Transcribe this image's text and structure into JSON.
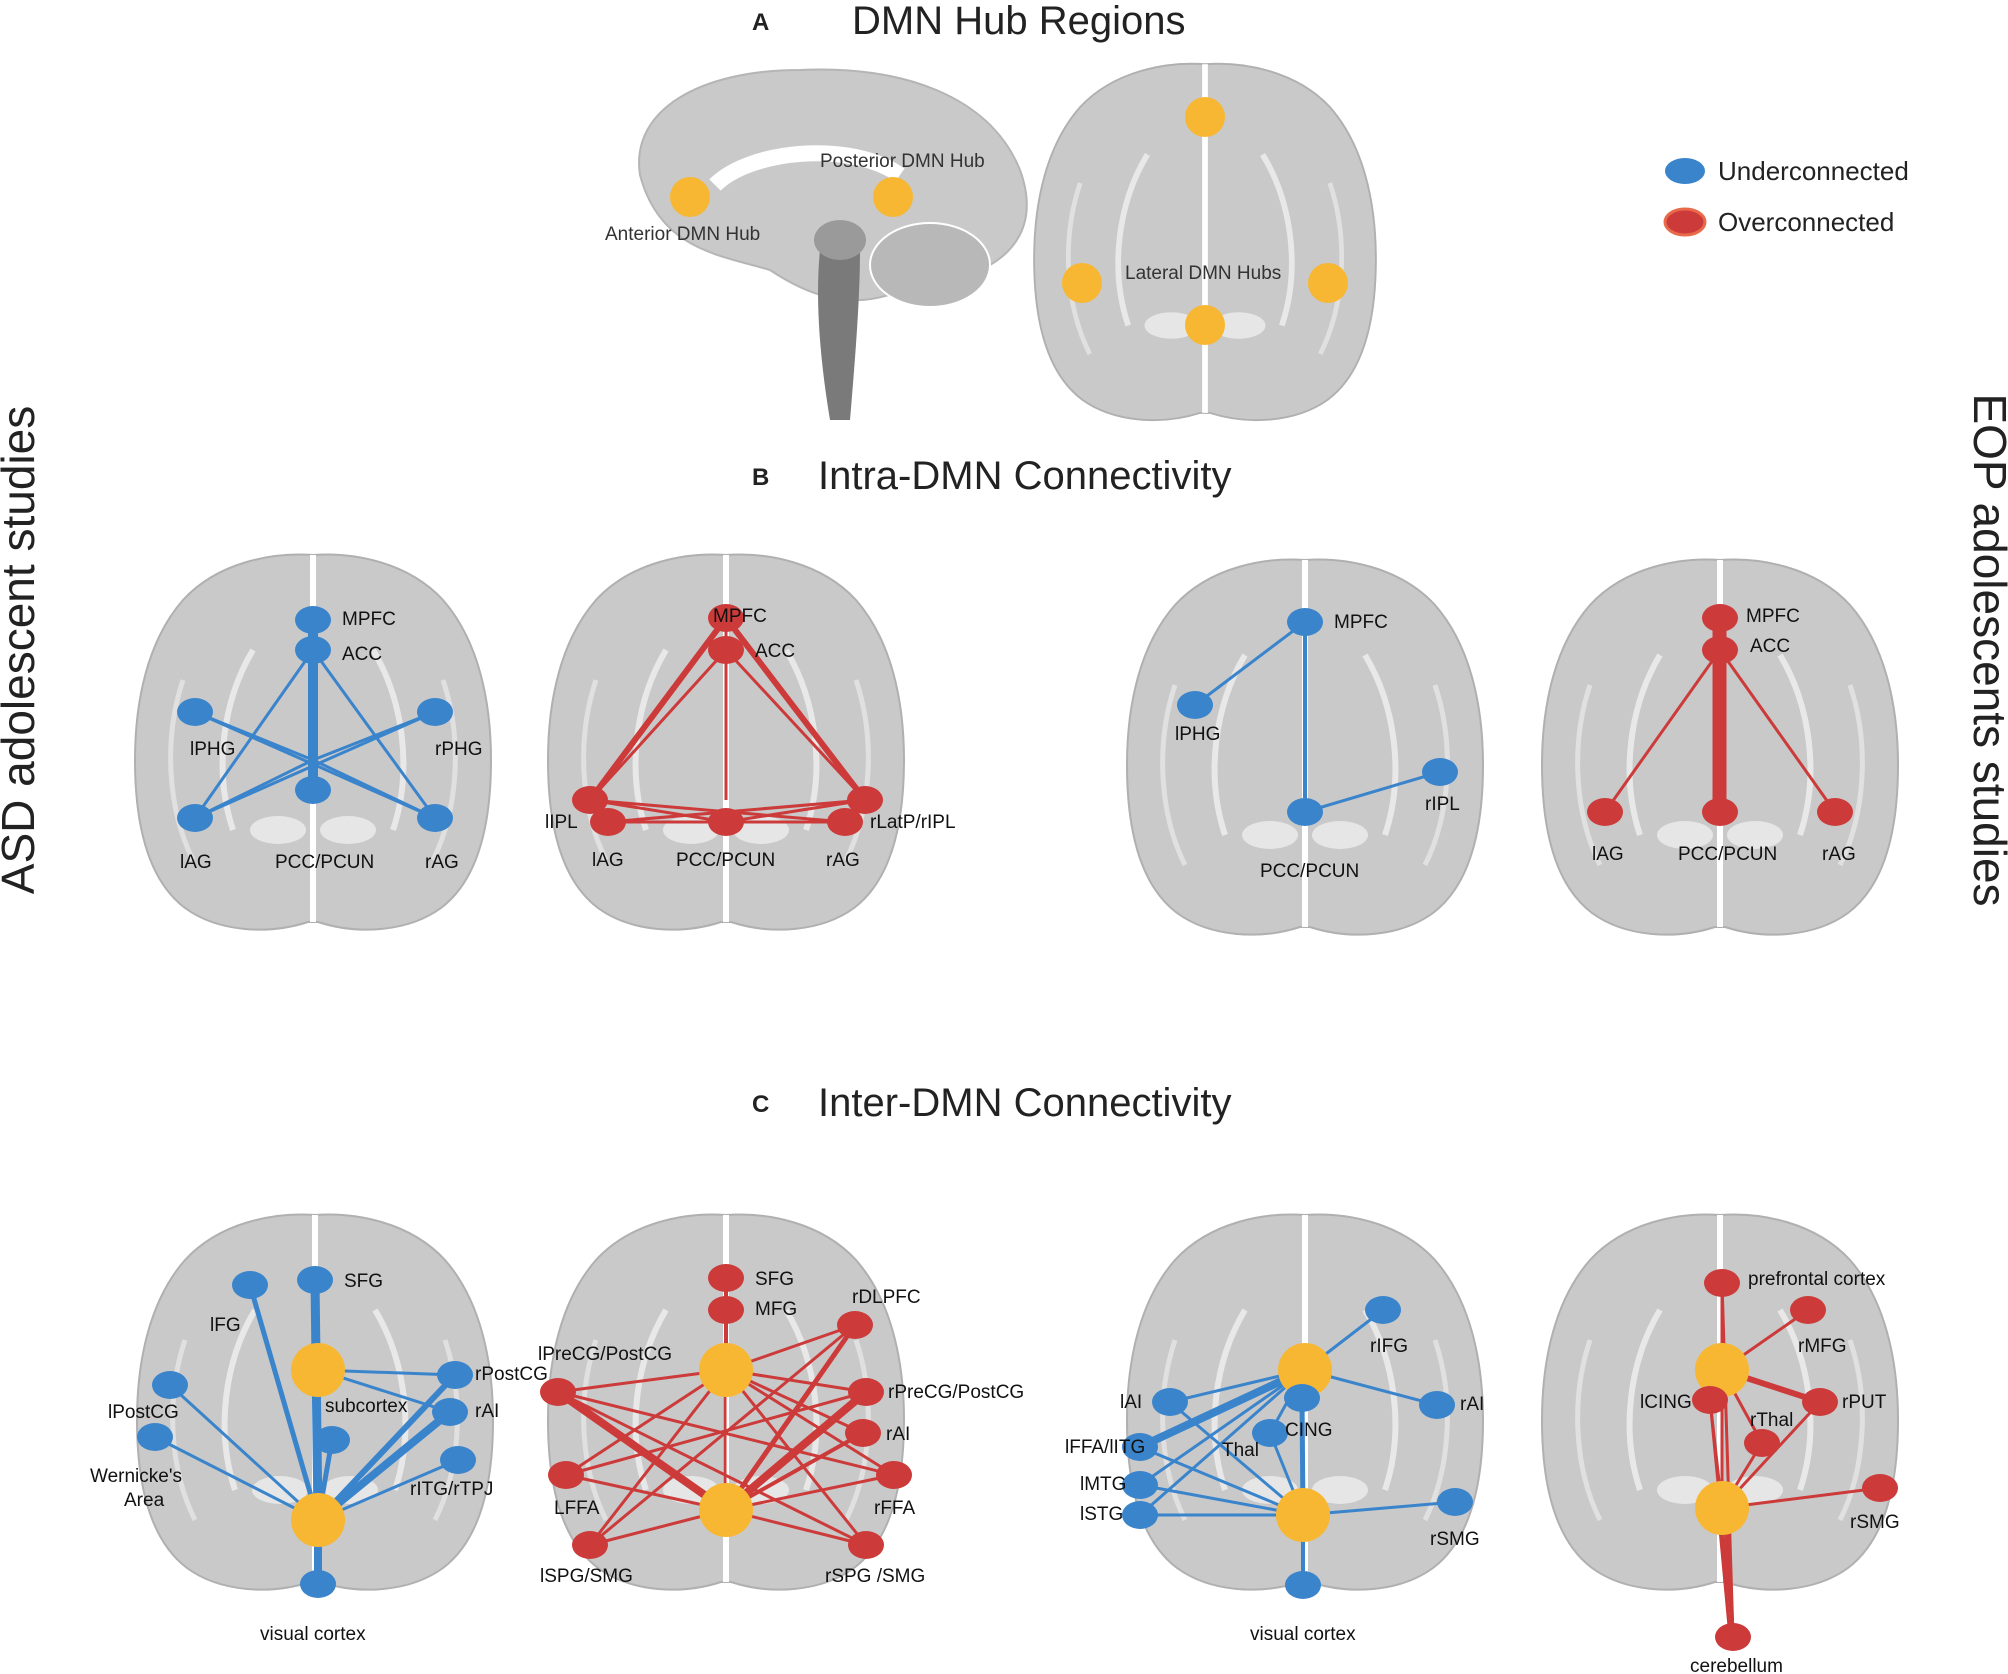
{
  "colors": {
    "under": "#3a84cc",
    "over": "#cc3a3a",
    "hub": "#f7b733",
    "brain": "#c9c9c9",
    "brain_stroke": "#ffffff"
  },
  "panel_a": {
    "letter": "A",
    "title": "DMN Hub Regions",
    "posterior_label": "Posterior DMN Hub",
    "anterior_label": "Anterior DMN Hub",
    "lateral_label": "Lateral DMN Hubs"
  },
  "panel_b": {
    "letter": "B",
    "title": "Intra-DMN Connectivity"
  },
  "panel_c": {
    "letter": "C",
    "title": "Inter-DMN Connectivity"
  },
  "legend": {
    "under": "Underconnected",
    "over": "Overconnected"
  },
  "side_left": "ASD adolescent studies",
  "side_right": "EOP adolescents studies",
  "b1": {
    "mpfc": "MPFC",
    "acc": "ACC",
    "lphg": "lPHG",
    "rphg": "rPHG",
    "lag": "lAG",
    "pcc": "PCC/PCUN",
    "rag": "rAG"
  },
  "b2": {
    "mpfc": "MPFC",
    "acc": "ACC",
    "lipl": "lIPL",
    "rlatp": "rLatP/rIPL",
    "lag": "lAG",
    "pcc": "PCC/PCUN",
    "rag": "rAG"
  },
  "b3": {
    "mpfc": "MPFC",
    "lphg": "lPHG",
    "ripl": "rIPL",
    "pcc": "PCC/PCUN"
  },
  "b4": {
    "mpfc": "MPFC",
    "acc": "ACC",
    "lag": "lAG",
    "pcc": "PCC/PCUN",
    "rag": "rAG"
  },
  "c1": {
    "sfg": "SFG",
    "lfg": "lFG",
    "rpostcg": "rPostCG",
    "lpostcg": "lPostCG",
    "subcortex": "subcortex",
    "rai": "rAI",
    "wernicke1": "Wernicke's",
    "wernicke2": "Area",
    "ritg": "rITG/rTPJ",
    "visual": "visual cortex"
  },
  "c2": {
    "sfg": "SFG",
    "mfg": "MFG",
    "rdlpfc": "rDLPFC",
    "lprecg": "lPreCG/PostCG",
    "rprecg": "rPreCG/PostCG",
    "rai": "rAI",
    "lffa": "LFFA",
    "rffa": "rFFA",
    "lspg": "lSPG/SMG",
    "rspg": "rSPG /SMG"
  },
  "c3": {
    "rifg": "rIFG",
    "lai": "lAI",
    "cing": "CING",
    "rai": "rAI",
    "thal": "Thal",
    "lffa": "lFFA/lITG",
    "lmtg": "lMTG",
    "lstg": "lSTG",
    "rsmg": "rSMG",
    "visual": "visual cortex"
  },
  "c4": {
    "pfc": "prefrontal cortex",
    "rmfg": "rMFG",
    "lcing": "lCING",
    "rput": "rPUT",
    "rthal": "rThal",
    "rsmg": "rSMG",
    "cerebellum": "cerebellum"
  }
}
